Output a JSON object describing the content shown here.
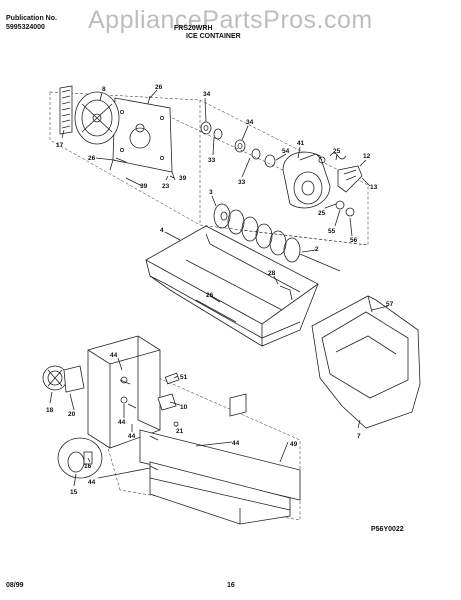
{
  "watermark": "AppliancePartsPros.com",
  "header": {
    "publication_label": "Publication No.",
    "publication_number": "5995324000",
    "model": "FRS20WRH",
    "section_title": "ICE CONTAINER"
  },
  "diagram_code": "P56Y0022",
  "footer": {
    "date": "08/99",
    "page": "16"
  },
  "callouts": [
    "8",
    "26",
    "17",
    "26",
    "39",
    "23",
    "39",
    "34",
    "34",
    "33",
    "33",
    "41",
    "54",
    "25",
    "12",
    "13",
    "25",
    "55",
    "56",
    "3",
    "4",
    "2",
    "28",
    "26",
    "57",
    "44",
    "51",
    "7",
    "49",
    "18",
    "20",
    "44",
    "44",
    "10",
    "21",
    "44",
    "16",
    "44",
    "15"
  ]
}
